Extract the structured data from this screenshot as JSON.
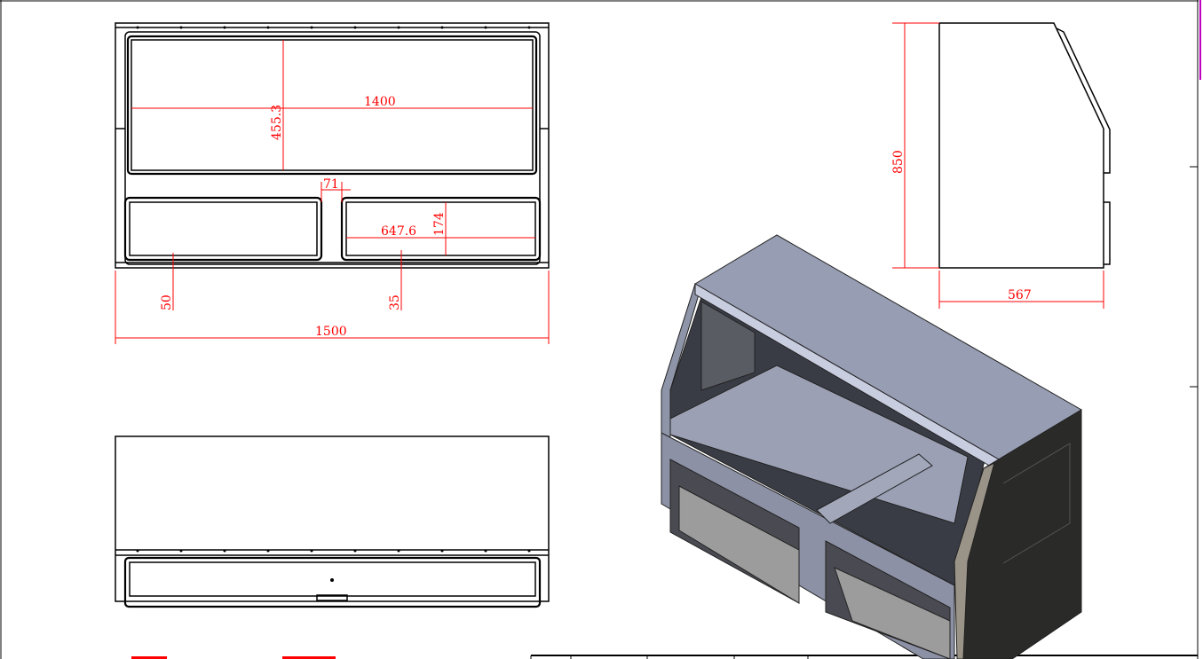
{
  "drawing": {
    "front_view": {
      "dimensions": {
        "inner_width": "1400",
        "upper_opening_height": "455.3",
        "divider_width": "71",
        "drawer_width": "647.6",
        "drawer_height": "174",
        "left_margin": "50",
        "bottom_margin": "35",
        "overall_width": "1500"
      }
    },
    "side_view": {
      "dimensions": {
        "overall_height": "850",
        "overall_depth": "567"
      }
    },
    "colors": {
      "dimension": "#ff0000",
      "top_face": "#9aa0b4",
      "side_face": "#2a2a28",
      "accent": "#c000c0"
    }
  }
}
